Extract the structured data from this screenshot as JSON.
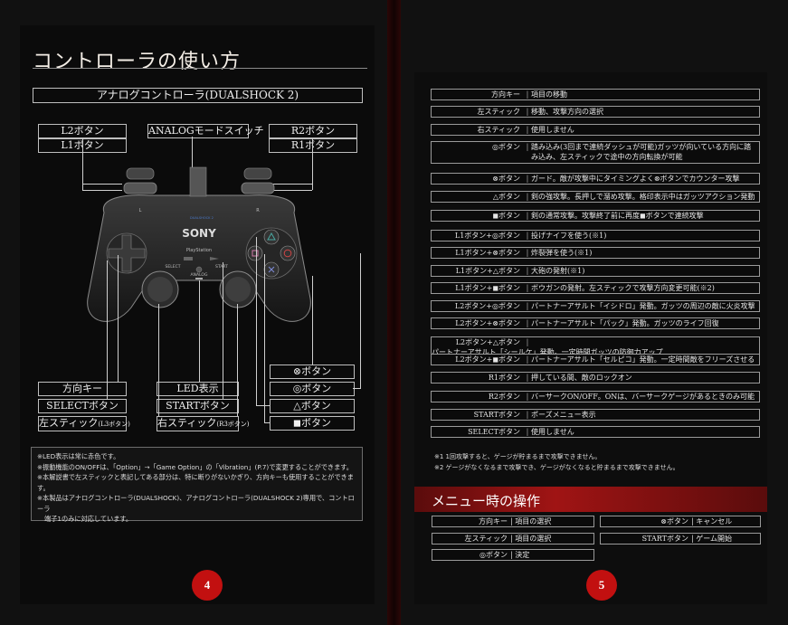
{
  "left": {
    "title": "コントローラの使い方",
    "header": "アナログコントローラ(DUALSHOCK 2)",
    "labels": {
      "l2": "L2ボタン",
      "l1": "L1ボタン",
      "analog_switch": "ANALOGモードスイッチ",
      "r2": "R2ボタン",
      "r1": "R1ボタン",
      "dpad": "方向キー",
      "select": "SELECTボタン",
      "left_stick": "左スティック",
      "left_stick_note": "(L3ボタン)",
      "led": "LED表示",
      "start": "STARTボタン",
      "right_stick": "右スティック",
      "right_stick_note": "(R3ボタン)",
      "cross": "⊗ボタン",
      "circle": "◎ボタン",
      "triangle": "△ボタン",
      "square": "◼ボタン"
    },
    "controller": {
      "brand": "SONY",
      "logo": "PlayStation",
      "select": "SELECT",
      "start": "START",
      "analog": "ANALOG",
      "l": "L",
      "r": "R",
      "model": "DUALSHOCK 2"
    },
    "notes": [
      "※LED表示は常に赤色です。",
      "※振動機能のON/OFFは、「Option」→「Game Option」の「Vibration」(P.7)で変更することができます。",
      "※本解説書で左スティックと表記してある部分は、特に断りがないかぎり、方向キーも使用することができます。",
      "※本製品はアナログコントローラ(DUALSHOCK)、アナログコントローラ(DUALSHOCK 2)専用で、コントローラ",
      "端子1のみに対応しています。"
    ],
    "page_number": "4"
  },
  "right": {
    "rows": [
      {
        "key": "方向キー",
        "desc": "項目の移動"
      },
      {
        "key": "左スティック",
        "desc": "移動、攻撃方向の選択"
      },
      {
        "key": "右スティック",
        "desc": "使用しません"
      },
      {
        "key": "◎ボタン",
        "desc": "踏み込み(3回まで連続ダッシュが可能)ガッツが向いている方向に踏み込み、左スティックで途中の方向転換が可能"
      },
      {
        "key": "⊗ボタン",
        "desc": "ガード。敵が攻撃中にタイミングよく⊗ボタンでカウンター攻撃"
      },
      {
        "key": "△ボタン",
        "desc": "剣の強攻撃。長押しで溜め攻撃。格印表示中はガッツアクション発動"
      },
      {
        "key": "◼ボタン",
        "desc": "剣の通常攻撃。攻撃終了前に再度◼ボタンで連続攻撃"
      },
      {
        "key": "L1ボタン+◎ボタン",
        "desc": "投げナイフを使う(※1)"
      },
      {
        "key": "L1ボタン+⊗ボタン",
        "desc": "炸裂弾を使う(※1)"
      },
      {
        "key": "L1ボタン+△ボタン",
        "desc": "大砲の発射(※1)"
      },
      {
        "key": "L1ボタン+◼ボタン",
        "desc": "ボウガンの発射。左スティックで攻撃方向変更可能(※2)"
      },
      {
        "key": "L2ボタン+◎ボタン",
        "desc": "パートナーアサルト「イシドロ」発動。ガッツの周辺の敵に火炎攻撃"
      },
      {
        "key": "L2ボタン+⊗ボタン",
        "desc": "パートナーアサルト「パック」発動。ガッツのライフ回復"
      },
      {
        "key": "L2ボタン+△ボタン",
        "desc": "パートナーアサルト「シールケ」発動。一定時間ガッツの防御力アップ"
      },
      {
        "key": "L2ボタン+◼ボタン",
        "desc": "パートナーアサルト「セルピコ」発動。一定時間敵をフリーズさせる"
      },
      {
        "key": "R1ボタン",
        "desc": "押している間、敵のロックオン"
      },
      {
        "key": "R2ボタン",
        "desc": "バーサークON/OFF。ONは、バーサークゲージがあるときのみ可能"
      },
      {
        "key": "STARTボタン",
        "desc": "ポーズメニュー表示"
      },
      {
        "key": "SELECTボタン",
        "desc": "使用しません"
      }
    ],
    "footnotes": [
      "※1 1回攻撃すると、ゲージが貯まるまで攻撃できません。",
      "※2 ゲージがなくなるまで攻撃でき、ゲージがなくなると貯まるまで攻撃できません。"
    ],
    "menu_title": "メニュー時の操作",
    "menu": [
      {
        "key": "方向キー",
        "desc": "項目の選択"
      },
      {
        "key": "左スティック",
        "desc": "項目の選択"
      },
      {
        "key": "◎ボタン",
        "desc": "決定"
      },
      {
        "key": "⊗ボタン",
        "desc": "キャンセル"
      },
      {
        "key": "STARTボタン",
        "desc": "ゲーム開始"
      }
    ],
    "page_number": "5"
  }
}
